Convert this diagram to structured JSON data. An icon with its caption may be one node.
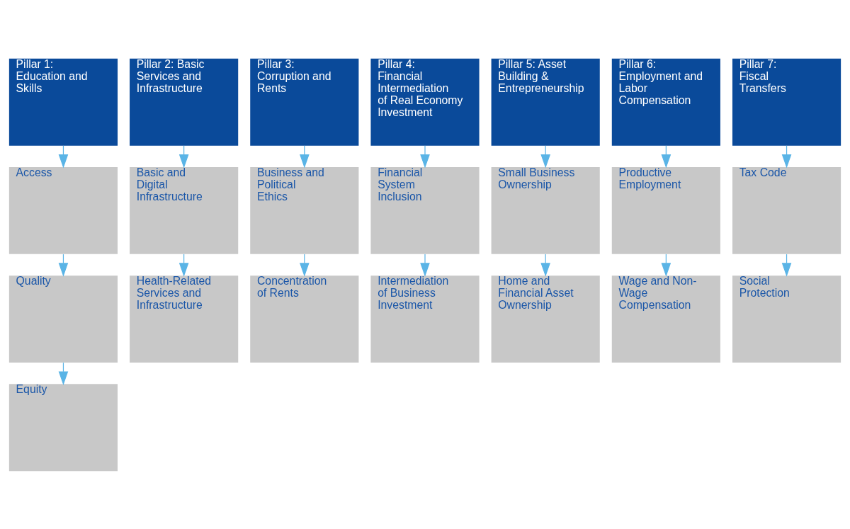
{
  "diagram": {
    "nodes": [
      {
        "text": [
          "Pillar 1: Education and Skills"
        ]
      },
      {
        "text": [
          "Pillar 2: Basic Services and Infrastructure"
        ]
      },
      {
        "text": [
          "Pillar 3: Corruption and Rents"
        ]
      },
      {
        "text": [
          "Pillar 4: Financial Intermediation of Real Economy Investment"
        ]
      },
      {
        "text": [
          "Pillar 5: Asset Building & Entrepreneurship"
        ]
      },
      {
        "text": [
          "Pillar 6: Employment and Labor Compensation"
        ]
      },
      {
        "text": [
          "Pillar 7: Fiscal Transfers"
        ]
      },
      {
        "text": [
          "Access"
        ]
      },
      {
        "text": [
          "Basic and Digital Infrastructure"
        ]
      },
      {
        "text": [
          "Business and Political Ethics"
        ]
      },
      {
        "text": [
          "Financial System Inclusion"
        ]
      },
      {
        "text": [
          "Small Business Ownership"
        ]
      },
      {
        "text": [
          "Productive Employment"
        ]
      },
      {
        "text": [
          "Tax Code"
        ]
      },
      {
        "text": [
          "Quality"
        ]
      },
      {
        "text": [
          "Health-Related Services and Infrastructure"
        ]
      },
      {
        "text": [
          "Concentration of Rents"
        ]
      },
      {
        "text": [
          "Intermediation of Business Investment"
        ]
      },
      {
        "text": [
          "Home and Financial Asset Ownership"
        ]
      },
      {
        "text": [
          "Wage and Non-Wage Compensation"
        ]
      },
      {
        "text": [
          "Social Protection"
        ]
      },
      {
        "text": [
          "Equity"
        ]
      }
    ],
    "edges": [
      {
        "from": 0,
        "to": 7,
        "arrow": "to"
      },
      {
        "from": 1,
        "to": 8,
        "arrow": "to"
      },
      {
        "from": 2,
        "to": 9,
        "arrow": "to"
      },
      {
        "from": 3,
        "to": 10,
        "arrow": "to"
      },
      {
        "from": 4,
        "to": 11,
        "arrow": "to"
      },
      {
        "from": 5,
        "to": 12,
        "arrow": "to"
      },
      {
        "from": 6,
        "to": 13,
        "arrow": "to"
      },
      {
        "from": 7,
        "to": 14,
        "arrow": "to"
      },
      {
        "from": 8,
        "to": 15,
        "arrow": "to"
      },
      {
        "from": 9,
        "to": 16,
        "arrow": "to"
      },
      {
        "from": 10,
        "to": 17,
        "arrow": "to"
      },
      {
        "from": 11,
        "to": 18,
        "arrow": "to"
      },
      {
        "from": 12,
        "to": 19,
        "arrow": "to"
      },
      {
        "from": 13,
        "to": 20,
        "arrow": "to"
      },
      {
        "from": 14,
        "to": 21,
        "arrow": "to"
      }
    ]
  }
}
